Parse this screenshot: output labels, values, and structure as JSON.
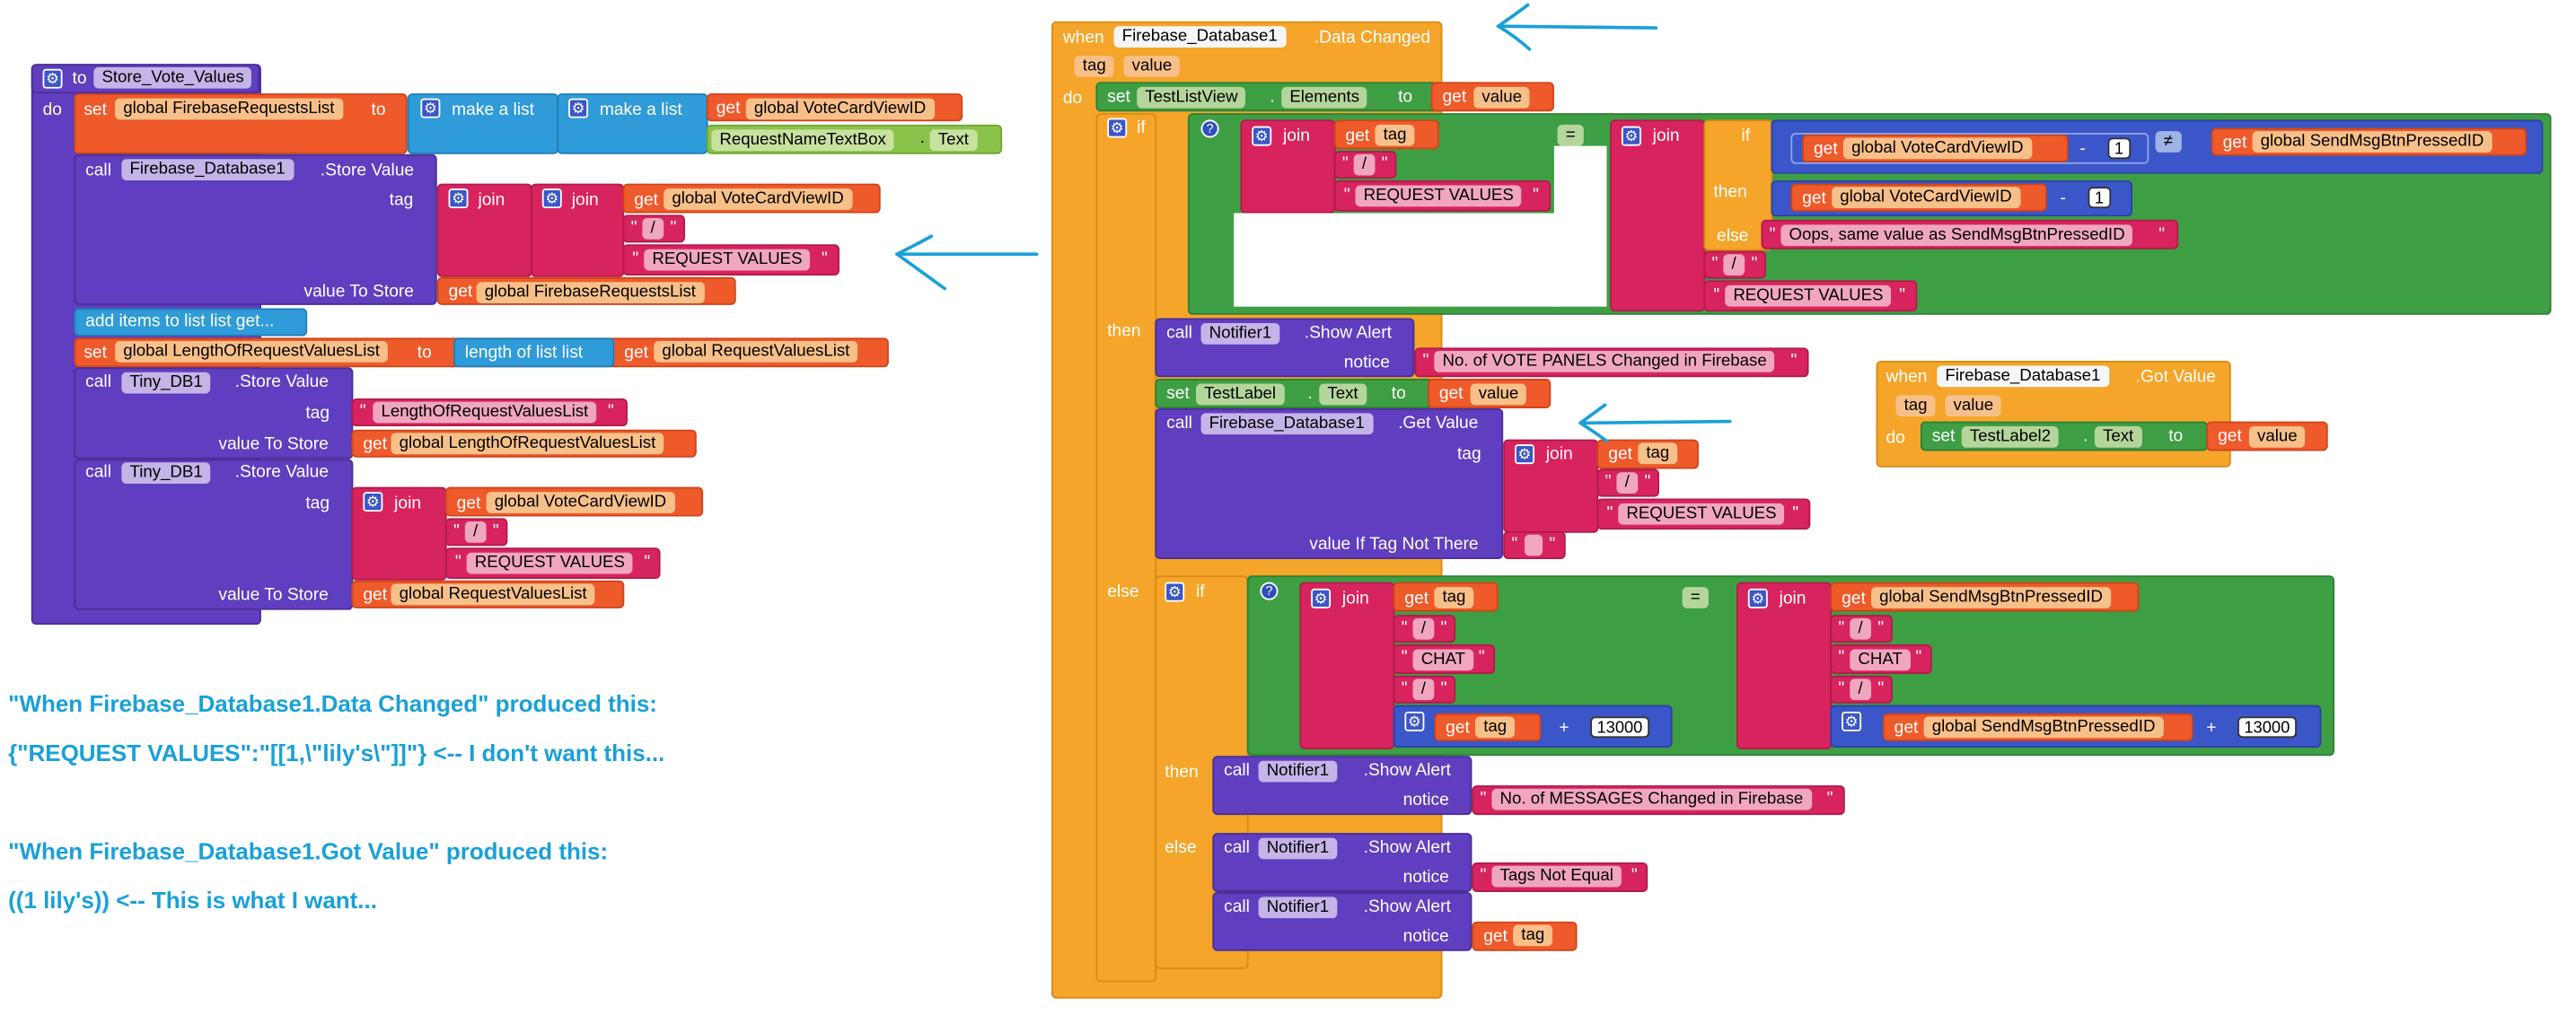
{
  "left_procedure": {
    "header_to": "to",
    "name": "Store_Vote_Values",
    "do": "do",
    "set1": {
      "set": "set",
      "var": "global FirebaseRequestsList",
      "to": "to",
      "make_list_1": "make a list",
      "make_list_2": "make a list",
      "get": "get",
      "get_var": "global VoteCardViewID",
      "component": "RequestNameTextBox",
      "dot": ".",
      "prop": "Text"
    },
    "store1": {
      "call": "call",
      "component": "Firebase_Database1",
      "method": ".Store Value",
      "tag_label": "tag",
      "join1": "join",
      "join2": "join",
      "get": "get",
      "get_var": "global VoteCardViewID",
      "str_slash": "/",
      "str_req": "REQUEST VALUES",
      "value_label": "value To Store",
      "value_get": "get",
      "value_var": "global FirebaseRequestsList"
    },
    "add_items": "add items to list  list get...",
    "set2": {
      "set": "set",
      "var": "global LengthOfRequestValuesList",
      "to": "to",
      "length": "length of list  list",
      "get": "get",
      "get_var": "global RequestValuesList"
    },
    "store2": {
      "call": "call",
      "component": "Tiny_DB1",
      "method": ".Store Value",
      "tag_label": "tag",
      "tag_str": "LengthOfRequestValuesList",
      "value_label": "value To Store",
      "value_get": "get",
      "value_var": "global LengthOfRequestValuesList"
    },
    "store3": {
      "call": "call",
      "component": "Tiny_DB1",
      "method": ".Store Value",
      "tag_label": "tag",
      "join": "join",
      "get": "get",
      "get_var": "global VoteCardViewID",
      "str_slash": "/",
      "str_req": "REQUEST VALUES",
      "value_label": "value To Store",
      "value_get": "get",
      "value_var": "global RequestValuesList"
    }
  },
  "data_changed": {
    "when": "when",
    "component": "Firebase_Database1",
    "event": ".Data Changed",
    "param_tag": "tag",
    "param_value": "value",
    "do": "do",
    "set_list": {
      "set": "set",
      "component": "TestListView",
      "dot": ".",
      "prop": "Elements",
      "to": "to",
      "get": "get",
      "var": "value"
    },
    "if1": {
      "if": "if",
      "join": "join",
      "get": "get",
      "get_tag": "tag",
      "str_slash": "/",
      "str_req": "REQUEST VALUES",
      "eq": "=",
      "join2": "join",
      "inner_if": "if",
      "get_a": "get",
      "var_a": "global VoteCardViewID",
      "minus": "-",
      "one": "1",
      "neq": "≠",
      "get_b": "get",
      "var_b": "global SendMsgBtnPressedID",
      "then": "then",
      "get_c": "get",
      "var_c": "global VoteCardViewID",
      "minus2": "-",
      "one2": "1",
      "else": "else",
      "oops": "Oops, same value as SendMsgBtnPressedID",
      "str_slash2": "/",
      "str_req2": "REQUEST VALUES"
    },
    "then_label": "then",
    "alert1": {
      "call": "call",
      "component": "Notifier1",
      "method": ".Show Alert",
      "notice": "notice",
      "text": "No. of VOTE PANELS Changed in Firebase"
    },
    "set_label": {
      "set": "set",
      "component": "TestLabel",
      "dot": ".",
      "prop": "Text",
      "to": "to",
      "get": "get",
      "var": "value"
    },
    "get_value": {
      "call": "call",
      "component": "Firebase_Database1",
      "method": ".Get Value",
      "tag_label": "tag",
      "join": "join",
      "get": "get",
      "get_tag": "tag",
      "str_slash": "/",
      "str_req": "REQUEST VALUES",
      "if_not_there": "value If Tag Not There",
      "empty": " "
    },
    "else_label": "else",
    "if2": {
      "if": "if",
      "join": "join",
      "get": "get",
      "get_tag": "tag",
      "str_slash": "/",
      "str_chat": "CHAT",
      "str_slash2": "/",
      "get2": "get",
      "get_tag2": "tag",
      "plus": "+",
      "num": "13000",
      "eq": "=",
      "join2": "join",
      "get_b": "get",
      "var_b": "global SendMsgBtnPressedID",
      "str_slash3": "/",
      "str_chat2": "CHAT",
      "str_slash4": "/",
      "get_c": "get",
      "var_c": "global SendMsgBtnPressedID",
      "plus2": "+",
      "num2": "13000"
    },
    "then2": "then",
    "alert2": {
      "call": "call",
      "component": "Notifier1",
      "method": ".Show Alert",
      "notice": "notice",
      "text": "No. of MESSAGES Changed in Firebase"
    },
    "else2": "else",
    "alert3": {
      "call": "call",
      "component": "Notifier1",
      "method": ".Show Alert",
      "notice": "notice",
      "text": "Tags Not Equal"
    },
    "alert4": {
      "call": "call",
      "component": "Notifier1",
      "method": ".Show Alert",
      "notice": "notice",
      "get": "get",
      "var": "tag"
    }
  },
  "got_value": {
    "when": "when",
    "component": "Firebase_Database1",
    "event": ".Got Value",
    "param_tag": "tag",
    "param_value": "value",
    "do": "do",
    "set": "set",
    "target": "TestLabel2",
    "dot": ".",
    "prop": "Text",
    "to": "to",
    "get": "get",
    "var": "value"
  },
  "notes": {
    "line1": "\"When Firebase_Database1.Data Changed\" produced this:",
    "line2": "{\"REQUEST VALUES\":\"[[1,\\\"lily's\\\"]]\"} <-- I don't want this...",
    "line3": "\"When Firebase_Database1.Got Value\" produced this:",
    "line4": "((1 lily's)) <-- This is what I want..."
  },
  "colors": {
    "procedure": "#5f3ebf",
    "event": "#f4a52a",
    "control": "#3e9e44",
    "variable": "#ef5a2b",
    "text": "#d7245f",
    "annotation": "#1aa0d8"
  }
}
